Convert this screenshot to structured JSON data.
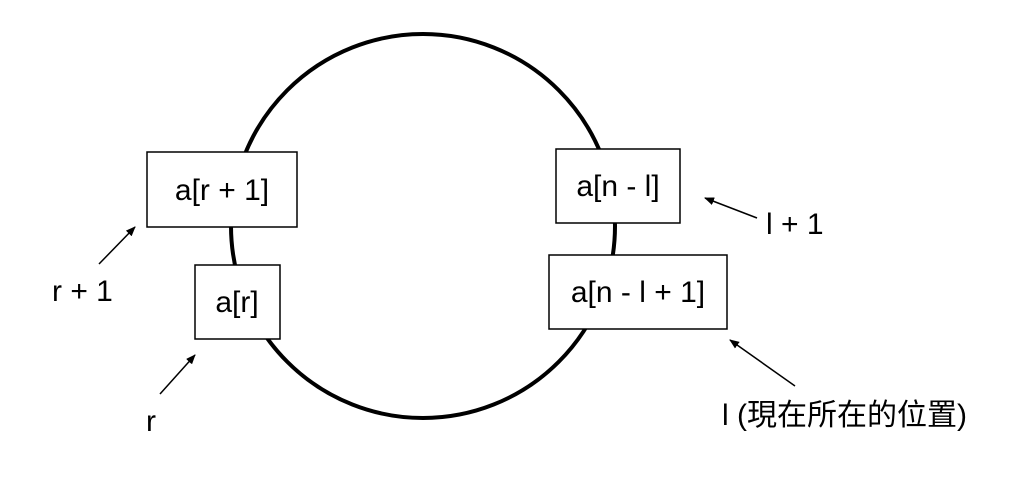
{
  "boxes": {
    "r_plus_1": "a[r + 1]",
    "r": "a[r]",
    "n_minus_l": "a[n - l]",
    "n_minus_l_plus_1": "a[n - l + 1]"
  },
  "labels": {
    "r_plus_1": "r + 1",
    "r": "r",
    "l_plus_1": "l + 1",
    "l_current": "l (現在所在的位置)"
  },
  "colors": {
    "stroke": "#000000",
    "background": "#ffffff"
  }
}
